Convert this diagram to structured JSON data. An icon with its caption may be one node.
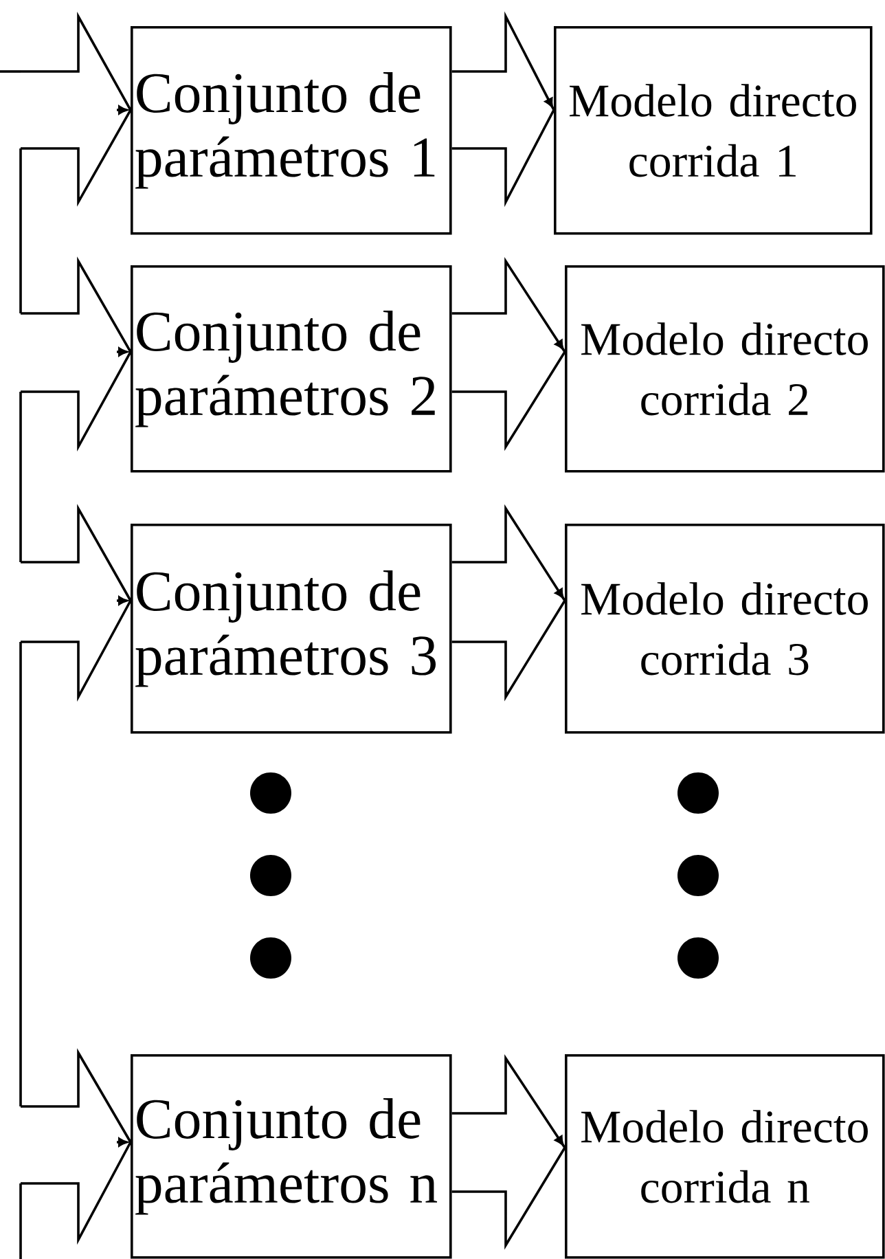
{
  "diagram": {
    "nodes": [
      {
        "text": [
          "Conjunto de parámetros 1"
        ]
      },
      {
        "text": [
          "Modelo directo corrida 1"
        ]
      },
      {
        "text": [
          "Conjunto de parámetros 2"
        ]
      },
      {
        "text": [
          "Modelo directo corrida 2"
        ]
      },
      {
        "text": [
          "Conjunto de parámetros 3"
        ]
      },
      {
        "text": [
          "Modelo directo corrida 3"
        ]
      },
      {
        "text": [
          "Conjunto de parámetros n"
        ]
      },
      {
        "text": [
          "Modelo directo corrida n"
        ]
      }
    ],
    "edges": [
      {
        "from": null,
        "to": 0,
        "arrow": "to"
      },
      {
        "from": 0,
        "to": 1,
        "arrow": "to"
      },
      {
        "from": null,
        "to": 2,
        "arrow": "to"
      },
      {
        "from": 2,
        "to": 3,
        "arrow": "to"
      },
      {
        "from": null,
        "to": 4,
        "arrow": "to"
      },
      {
        "from": 4,
        "to": 5,
        "arrow": "to"
      },
      {
        "from": null,
        "to": 6,
        "arrow": "to"
      },
      {
        "from": 6,
        "to": 7,
        "arrow": "to"
      }
    ]
  }
}
